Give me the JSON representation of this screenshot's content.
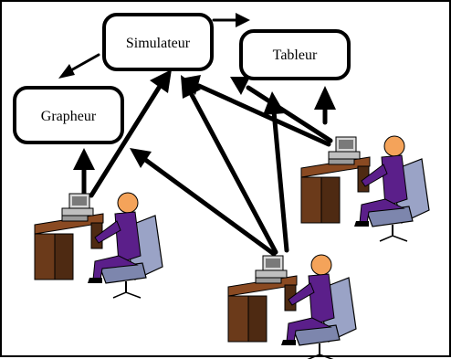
{
  "diagram": {
    "nodes": [
      {
        "id": "simulateur",
        "label": "Simulateur"
      },
      {
        "id": "tableur",
        "label": "Tableur"
      },
      {
        "id": "grapheur",
        "label": "Grapheur"
      }
    ],
    "workstations": [
      {
        "id": "left"
      },
      {
        "id": "right"
      },
      {
        "id": "bottom"
      }
    ],
    "edges": [
      {
        "from": "simulateur",
        "to": "tableur"
      },
      {
        "from": "simulateur",
        "to": "grapheur"
      },
      {
        "from": "workstation-left",
        "to": "grapheur"
      },
      {
        "from": "workstation-left",
        "to": "simulateur"
      },
      {
        "from": "workstation-right",
        "to": "simulateur"
      },
      {
        "from": "workstation-right",
        "to": "tableur"
      },
      {
        "from": "workstation-bottom",
        "to": "simulateur"
      },
      {
        "from": "workstation-bottom",
        "to": "tableur"
      }
    ],
    "colors": {
      "outline": "#000000",
      "desk": "#6b3a1a",
      "chair": "#9aa3c6",
      "shirt": "#5b1f8a",
      "skin": "#f4a35a",
      "computer": "#bfbfbf"
    }
  }
}
